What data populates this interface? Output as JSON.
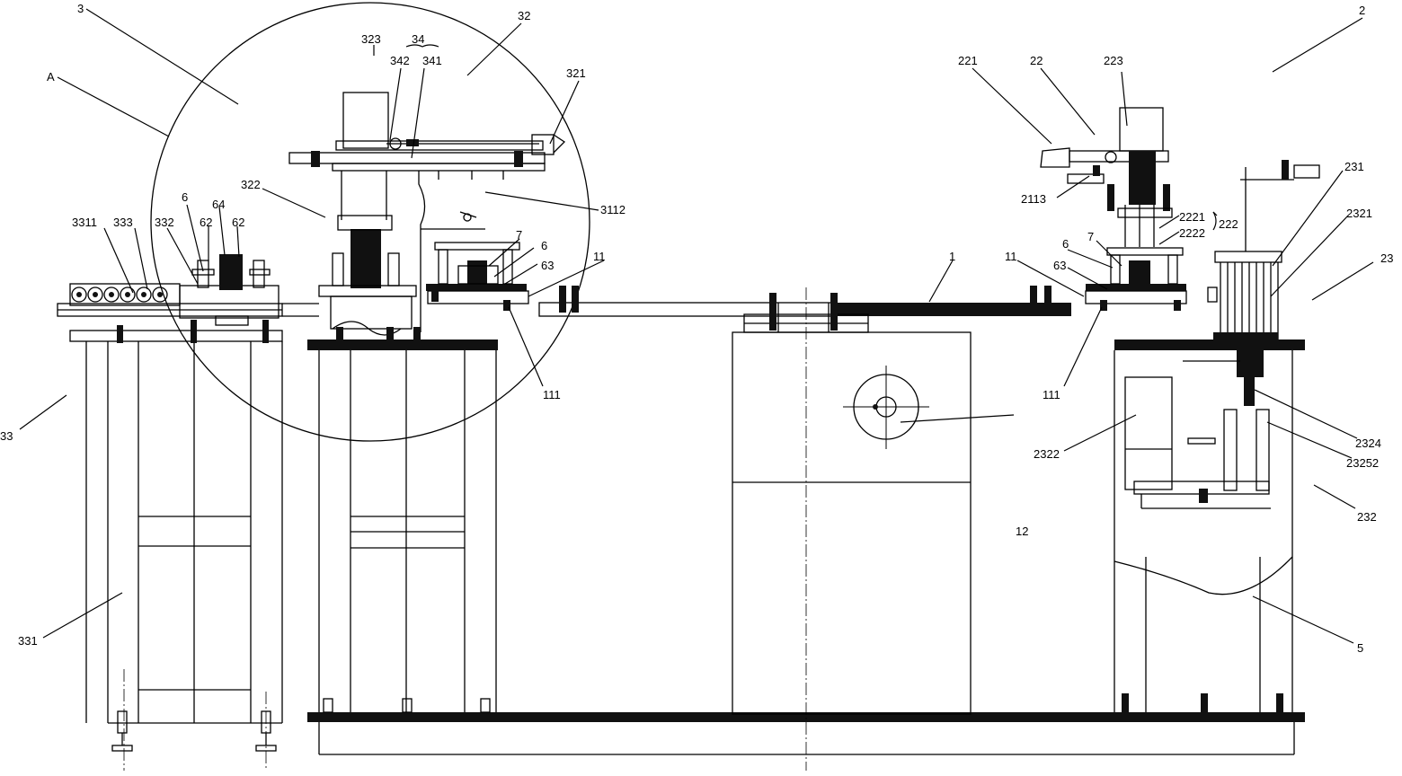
{
  "colors": {
    "line": "#000000",
    "background": "#ffffff",
    "fill": "#111111"
  },
  "labels": {
    "l3": "3",
    "lA": "A",
    "l323": "323",
    "l34": "34",
    "l342": "342",
    "l341": "341",
    "l32": "32",
    "l321": "321",
    "l322": "322",
    "l3112": "3112",
    "l6a": "6",
    "l64": "64",
    "l62a": "62",
    "l62b": "62",
    "l3311": "3311",
    "l333": "333",
    "l332": "332",
    "l7a": "7",
    "l6b": "6",
    "l63a": "63",
    "l11a": "11",
    "l111a": "111",
    "l33": "33",
    "l331": "331",
    "l1": "1",
    "l12": "12",
    "l221": "221",
    "l22": "22",
    "l223": "223",
    "l2": "2",
    "l2113": "2113",
    "l2221": "2221",
    "l2222": "2222",
    "l222": "222",
    "l231": "231",
    "l2321": "2321",
    "l23": "23",
    "l6c": "6",
    "l7b": "7",
    "l11b": "11",
    "l63b": "63",
    "l111b": "111",
    "l2324": "2324",
    "l23252": "23252",
    "l2322": "2322",
    "l232": "232",
    "l5": "5"
  }
}
